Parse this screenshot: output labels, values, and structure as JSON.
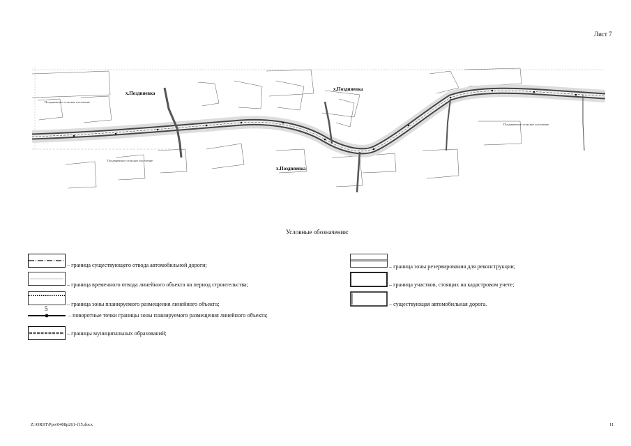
{
  "sheet": {
    "label": "Лист 7"
  },
  "map": {
    "places": [
      "х.Поздняевка",
      "х.Поздняевка",
      "х.Поздняевка"
    ],
    "settlement_labels": [
      "Поздняевское сельское поселение",
      "Поздняевское сельское поселение",
      "Поздняевское сельское поселение"
    ]
  },
  "legend": {
    "title": "Условные обозначения:",
    "items": [
      {
        "text": "– граница существующего отвода  автомобильной дороги;"
      },
      {
        "text": "– граница временного отвода линейного объекта на период строительства;"
      },
      {
        "text": "– граница зоны планируемого размещения линейного объекта;"
      },
      {
        "text": "– поворотные точки границы зоны планируемого размещения линейного объекта;",
        "point_label": "5"
      },
      {
        "text": "– границы муниципальных образований;"
      },
      {
        "text": "– граница зоны резервирования для реконструкции;"
      },
      {
        "text": "– граница участков, стоящих на кадастровом учете;"
      },
      {
        "text": "– существующая автомобильная дорога."
      }
    ]
  },
  "footer": {
    "path": "Z:\\ORST\\Ppo\\0408p261-f15.docx",
    "page_number": "11"
  }
}
